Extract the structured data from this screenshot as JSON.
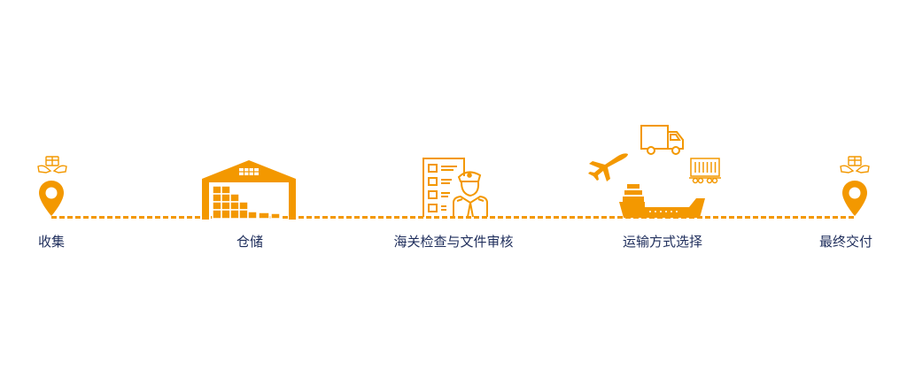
{
  "colors": {
    "accent": "#F39800",
    "label": "#1F2E5C",
    "background": "#FFFFFF"
  },
  "steps": [
    {
      "label": "收集",
      "icon": "location-pin-icon"
    },
    {
      "label": "仓储",
      "icon": "warehouse-icon"
    },
    {
      "label": "海关检查与文件审核",
      "icon": "customs-officer-checklist-icon"
    },
    {
      "label": "运输方式选择",
      "icon": "transport-modes-icon"
    },
    {
      "label": "最终交付",
      "icon": "location-pin-icon"
    }
  ]
}
